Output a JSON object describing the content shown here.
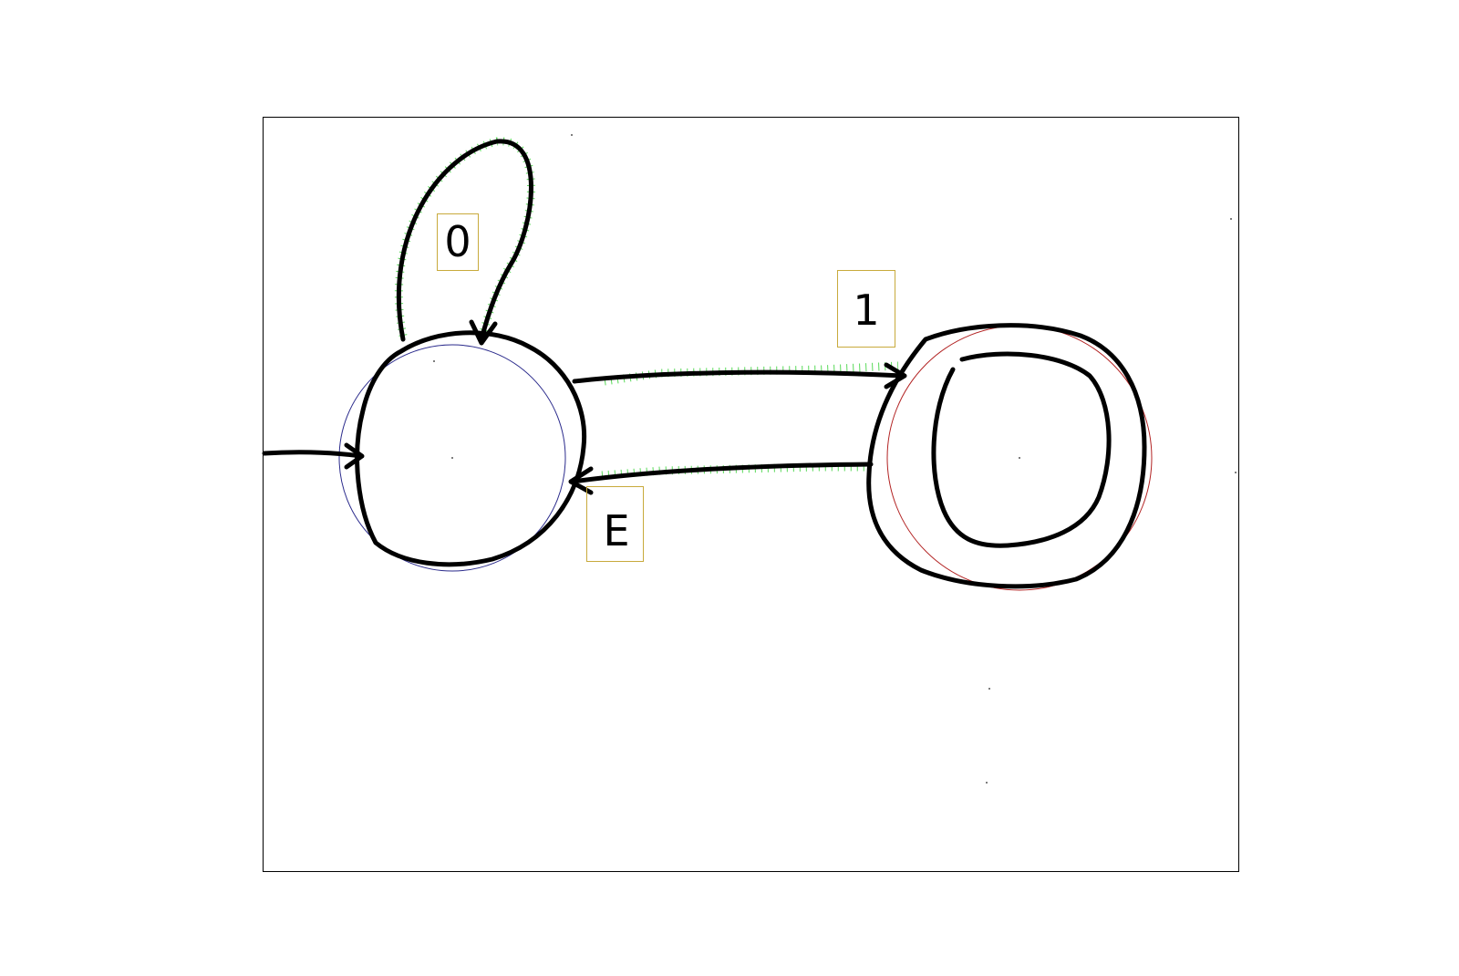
{
  "diagram": {
    "type": "finite-state-automaton",
    "states": [
      {
        "id": "q0",
        "initial": true,
        "accepting": false,
        "fit_color": "#2b2b8c"
      },
      {
        "id": "q1",
        "initial": false,
        "accepting": true,
        "fit_color": "#b22222"
      }
    ],
    "transitions": [
      {
        "from": "q0",
        "to": "q0",
        "label": "0"
      },
      {
        "from": "q0",
        "to": "q1",
        "label": "1"
      },
      {
        "from": "q1",
        "to": "q0",
        "label": "E"
      }
    ],
    "colors": {
      "ink": "#000000",
      "frame": "#000000",
      "stroke_detection": "#3cd23c",
      "label_box": "#c8aa3c",
      "state_fit_initial": "#2b2b8c",
      "state_fit_accepting": "#b22222"
    }
  }
}
